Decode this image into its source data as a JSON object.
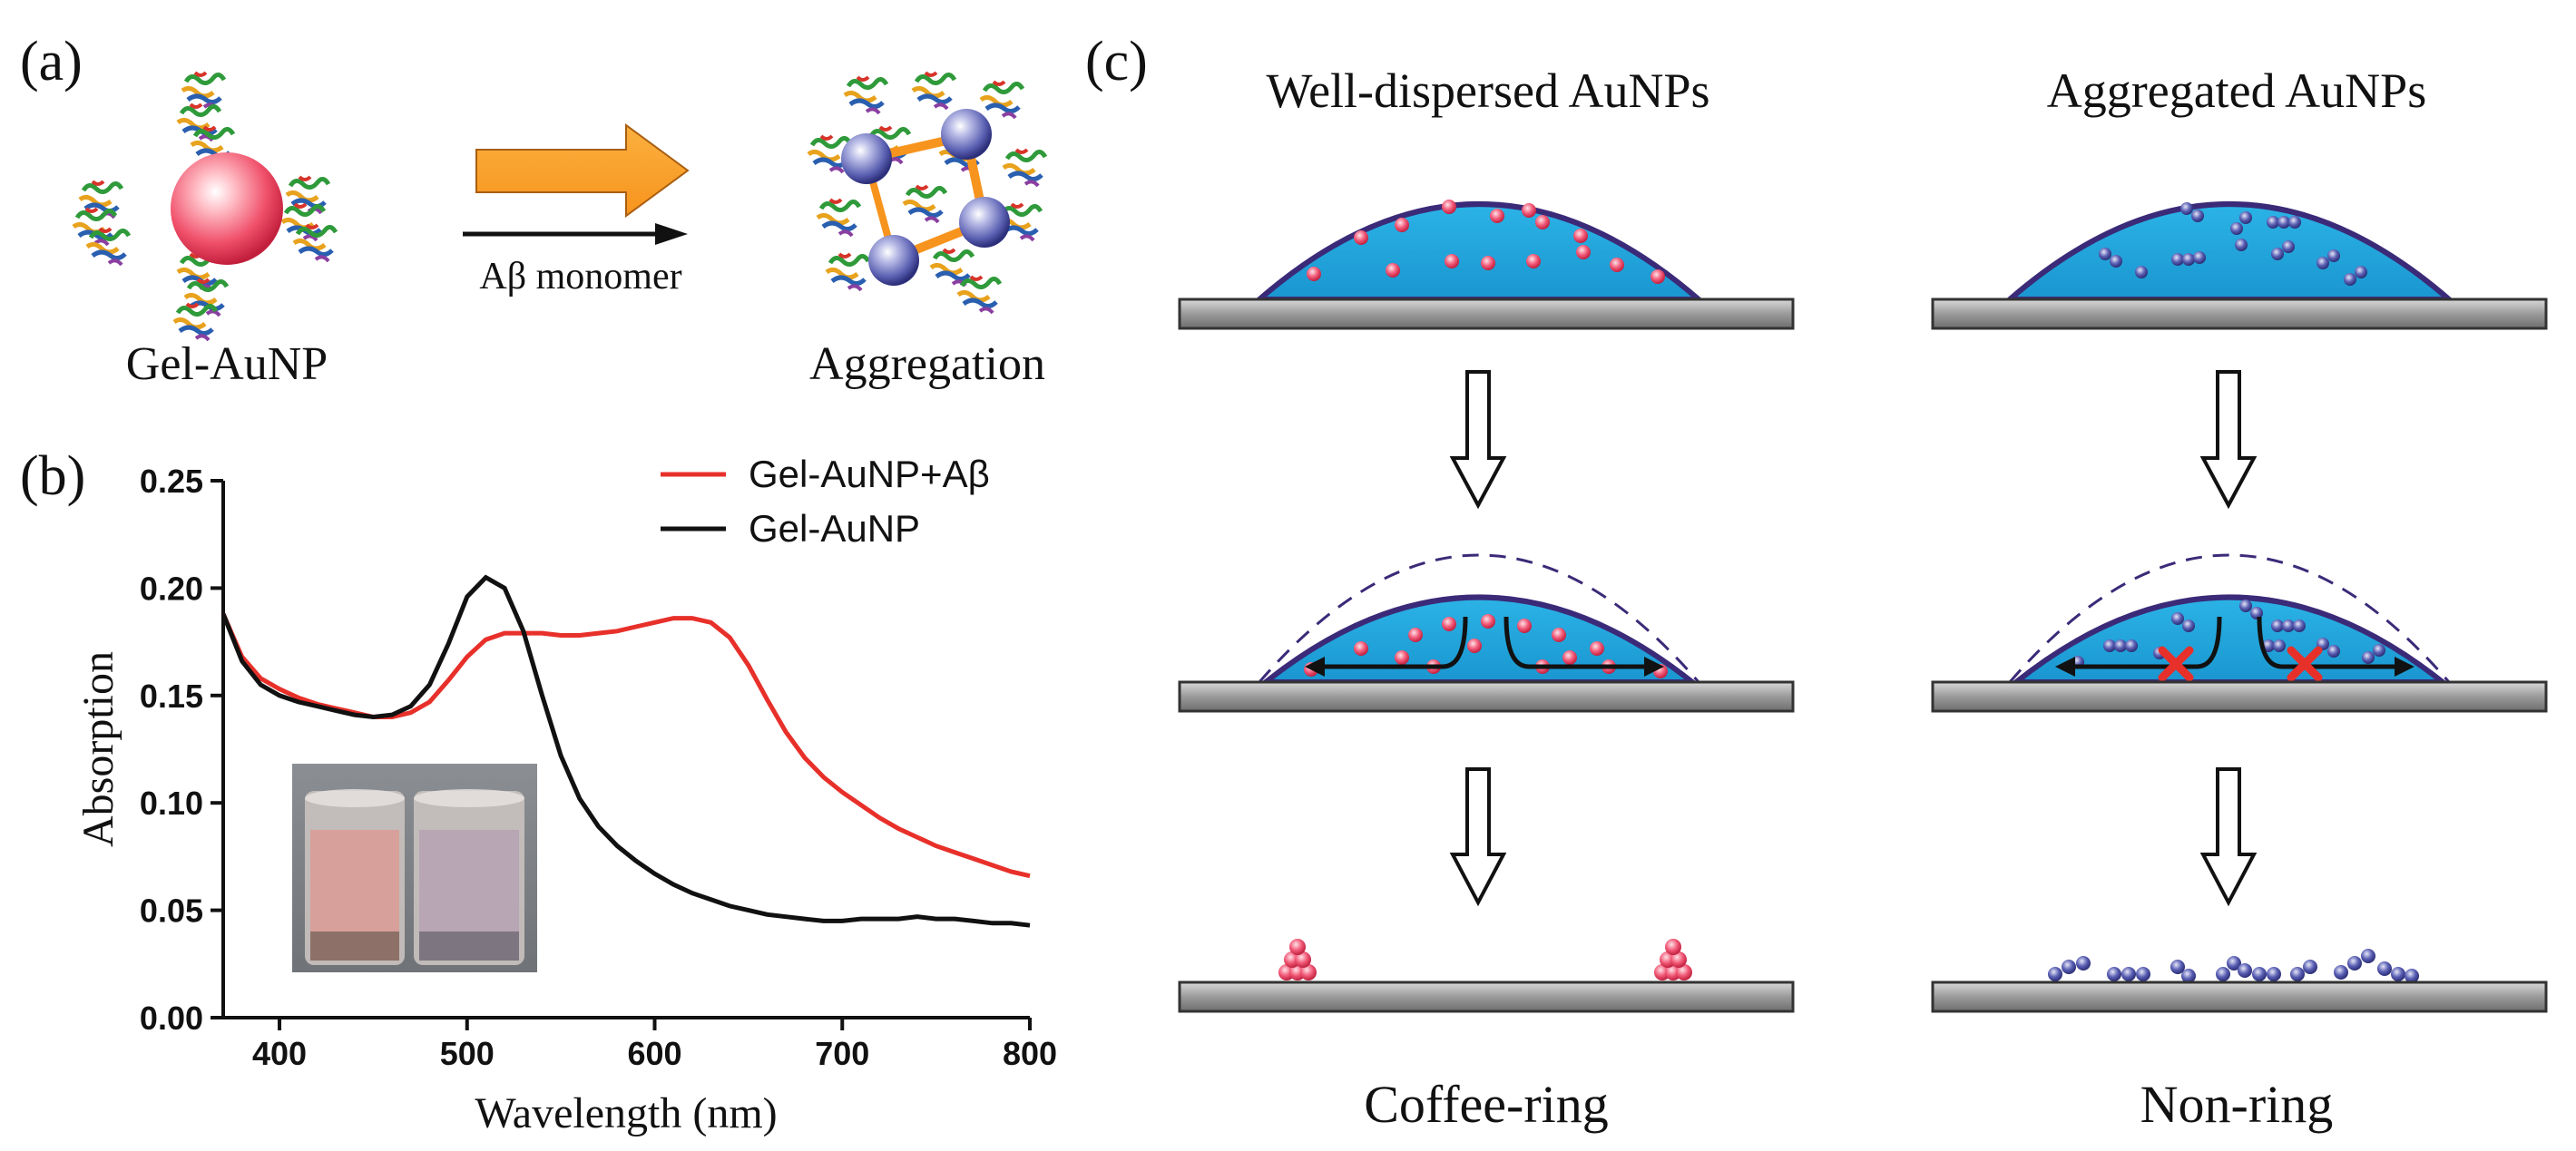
{
  "panel_a": {
    "label": "(a)",
    "left_caption": "Gel-AuNP",
    "right_caption": "Aggregation",
    "arrow_label": "Aβ monomer"
  },
  "panel_b": {
    "label": "(b)",
    "chart_data": {
      "type": "line",
      "xlabel": "Wavelength (nm)",
      "ylabel": "Absorption",
      "xlim": [
        370,
        800
      ],
      "ylim": [
        0,
        0.25
      ],
      "xticks": [
        "400",
        "500",
        "600",
        "700",
        "800"
      ],
      "yticks": [
        "0.00",
        "0.05",
        "0.10",
        "0.15",
        "0.20",
        "0.25"
      ],
      "legend_position": "top-right",
      "series": [
        {
          "name": "Gel-AuNP+Aβ",
          "color": "#e8302a",
          "x": [
            370,
            380,
            390,
            400,
            410,
            420,
            430,
            440,
            450,
            460,
            470,
            480,
            490,
            500,
            510,
            520,
            530,
            540,
            550,
            560,
            570,
            580,
            590,
            600,
            610,
            620,
            630,
            640,
            650,
            660,
            670,
            680,
            690,
            700,
            710,
            720,
            730,
            740,
            750,
            760,
            770,
            780,
            790,
            800
          ],
          "y": [
            0.188,
            0.168,
            0.158,
            0.153,
            0.149,
            0.146,
            0.144,
            0.142,
            0.14,
            0.14,
            0.142,
            0.147,
            0.157,
            0.168,
            0.176,
            0.179,
            0.179,
            0.179,
            0.178,
            0.178,
            0.179,
            0.18,
            0.182,
            0.184,
            0.186,
            0.186,
            0.184,
            0.177,
            0.164,
            0.148,
            0.133,
            0.121,
            0.112,
            0.105,
            0.099,
            0.093,
            0.088,
            0.084,
            0.08,
            0.077,
            0.074,
            0.071,
            0.068,
            0.066
          ]
        },
        {
          "name": "Gel-AuNP",
          "color": "#111111",
          "x": [
            370,
            380,
            390,
            400,
            410,
            420,
            430,
            440,
            450,
            460,
            470,
            480,
            490,
            500,
            510,
            520,
            530,
            540,
            550,
            560,
            570,
            580,
            590,
            600,
            610,
            620,
            630,
            640,
            650,
            660,
            670,
            680,
            690,
            700,
            710,
            720,
            730,
            740,
            750,
            760,
            770,
            780,
            790,
            800
          ],
          "y": [
            0.188,
            0.166,
            0.155,
            0.15,
            0.147,
            0.145,
            0.143,
            0.141,
            0.14,
            0.141,
            0.145,
            0.155,
            0.174,
            0.196,
            0.205,
            0.2,
            0.18,
            0.15,
            0.122,
            0.102,
            0.089,
            0.08,
            0.073,
            0.067,
            0.062,
            0.058,
            0.055,
            0.052,
            0.05,
            0.048,
            0.047,
            0.046,
            0.045,
            0.045,
            0.046,
            0.046,
            0.046,
            0.047,
            0.046,
            0.046,
            0.045,
            0.044,
            0.044,
            0.043
          ]
        }
      ]
    },
    "inset_photo": {
      "left_vial_color": "#d8a09a",
      "right_vial_color": "#b8a6b4"
    }
  },
  "panel_c": {
    "label": "(c)",
    "left_title": "Well-dispersed AuNPs",
    "right_title": "Aggregated AuNPs",
    "left_caption": "Coffee-ring",
    "right_caption": "Non-ring"
  },
  "colors": {
    "droplet": "#1ea8de",
    "droplet_outline": "#3b2a78",
    "gold_np": "#f25a78",
    "aggregated_np": "#5a5fb4",
    "orange_arrow": "#f7941d",
    "cross": "#e8302a"
  }
}
